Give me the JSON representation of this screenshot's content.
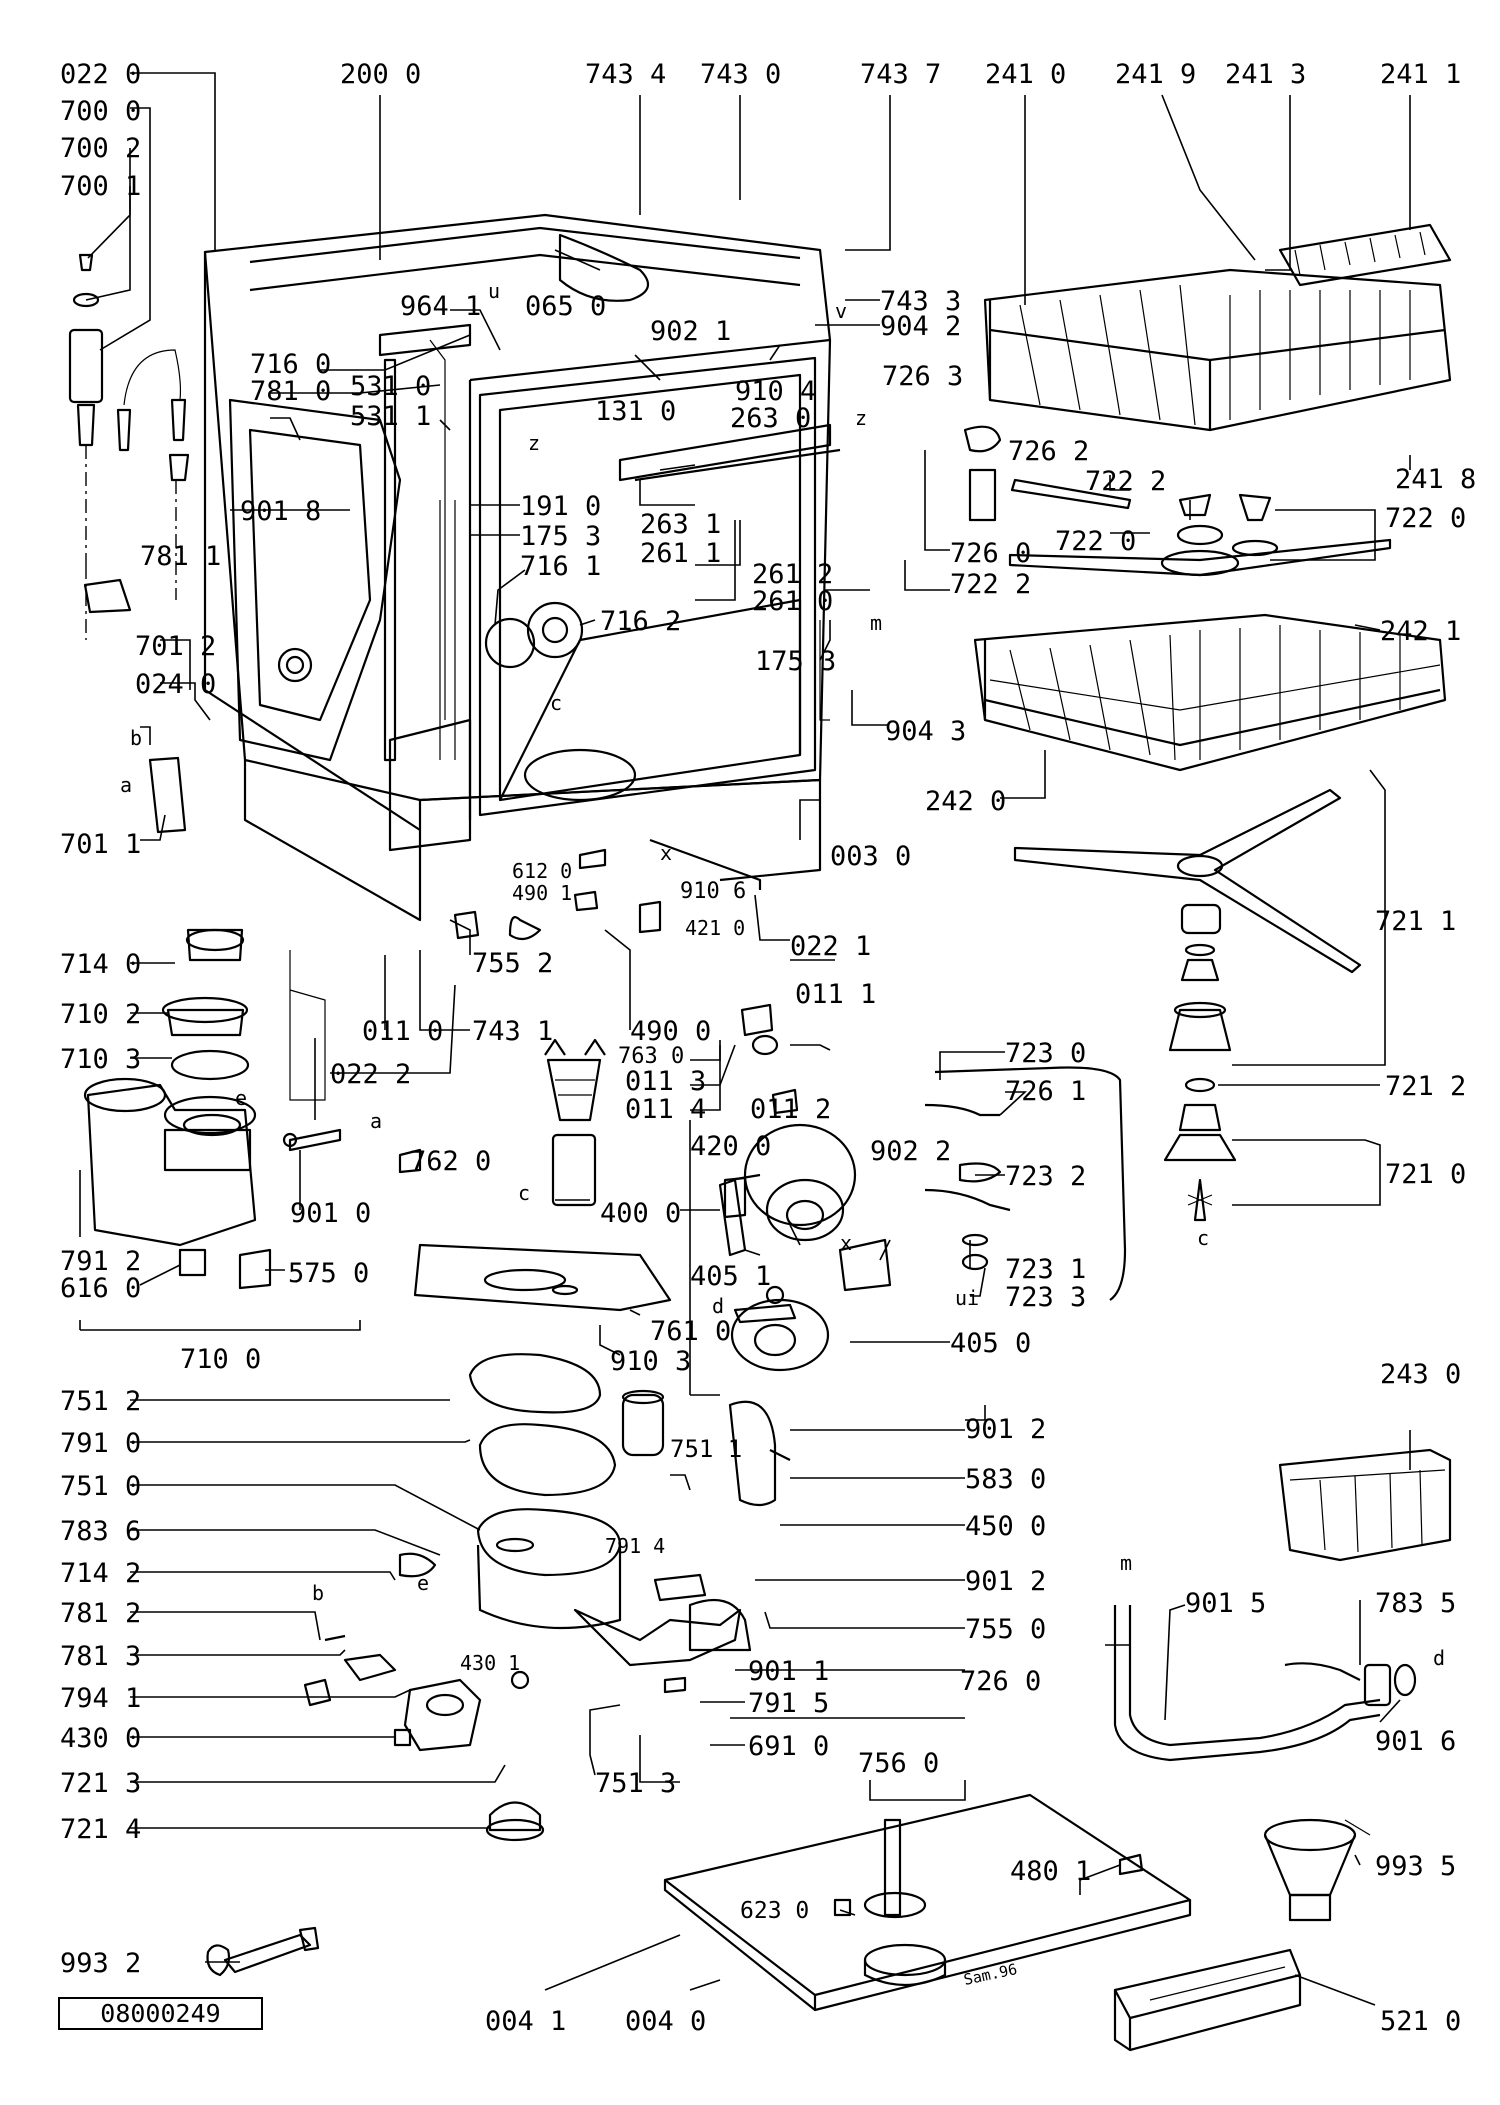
{
  "drawing": {
    "reference_number": "08000249",
    "date_mark": "Sam.96",
    "callouts": [
      "022 0",
      "700 0",
      "700 2",
      "700 1",
      "200 0",
      "743 4",
      "743 0",
      "743 7",
      "241 0",
      "241 9",
      "241 3",
      "241 1",
      "743 3",
      "904 2",
      "964 1",
      "065 0",
      "902 1",
      "726 3",
      "716 0",
      "781 0",
      "531 0",
      "531 1",
      "131 0",
      "910 4",
      "263 0",
      "726 2",
      "722 2",
      "722 0",
      "722 0",
      "241 8",
      "901 8",
      "191 0",
      "175 3",
      "716 1",
      "263 1",
      "261 1",
      "261 2",
      "261 0",
      "726 0",
      "722 2",
      "781 1",
      "716 2",
      "242 1",
      "701 2",
      "024 0",
      "175 3",
      "904 3",
      "242 0",
      "701 1",
      "003 0",
      "612 0",
      "490 1",
      "910 6",
      "421 0",
      "022 1",
      "721 1",
      "714 0",
      "710 2",
      "755 2",
      "743 1",
      "011 0",
      "490 0",
      "763 0",
      "011 1",
      "011 3",
      "011 4",
      "723 0",
      "726 1",
      "710 3",
      "022 2",
      "011 2",
      "902 2",
      "723 2",
      "721 2",
      "762 0",
      "420 0",
      "400 0",
      "721 0",
      "901 0",
      "791 2",
      "616 0",
      "575 0",
      "405 1",
      "723 1",
      "723 3",
      "761 0",
      "910 3",
      "710 0",
      "405 0",
      "751 2",
      "901 2",
      "243 0",
      "791 0",
      "751 1",
      "751 0",
      "583 0",
      "783 6",
      "450 0",
      "714 2",
      "791 4",
      "901 2",
      "781 2",
      "755 0",
      "901 5",
      "783 5",
      "781 3",
      "430 1",
      "901 1",
      "726 0",
      "794 1",
      "791 5",
      "430 0",
      "691 0",
      "901 6",
      "721 3",
      "751 3",
      "756 0",
      "721 4",
      "480 1",
      "993 5",
      "623 0",
      "993 2",
      "004 1",
      "004 0",
      "521 0"
    ],
    "letters": [
      "u",
      "v",
      "z",
      "z",
      "m",
      "c",
      "c",
      "c",
      "b",
      "a",
      "e",
      "a",
      "d",
      "x",
      "x",
      "ui",
      "m",
      "d",
      "b",
      "e"
    ]
  }
}
